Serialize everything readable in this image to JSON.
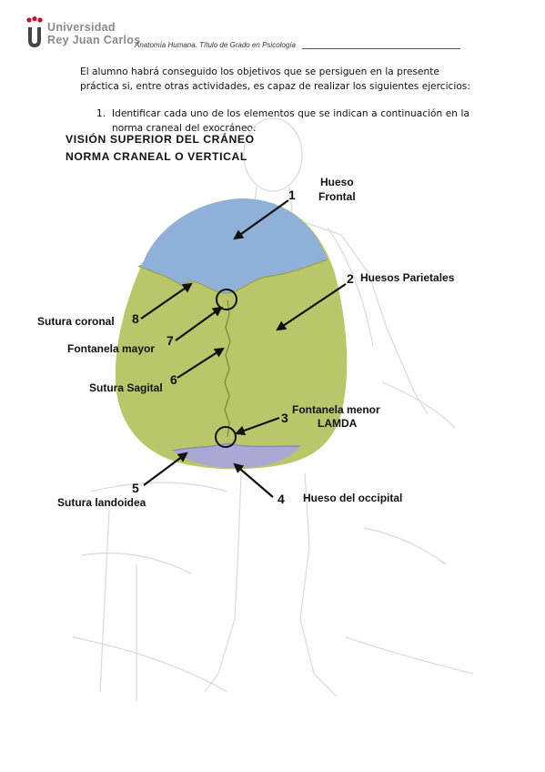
{
  "header": {
    "university_line1": "Universidad",
    "university_line2": "Rey Juan Carlos",
    "course": "Anatomía Humana. Título de Grado en Psicología",
    "logo_color": "#c8102e"
  },
  "intro": "El alumno habrá conseguido los objetivos que se persiguen en la presente práctica si, entre otras actividades, es capaz de realizar los siguientes ejercicios:",
  "task": {
    "number": "1.",
    "text": "Identificar cada uno de los elementos que se indican a continuación en la norma craneal del exocráneo:"
  },
  "figure": {
    "title1": "VISIÓN SUPERIOR DEL CRÁNEO",
    "title2": "NORMA CRANEAL O VERTICAL",
    "colors": {
      "frontal": "#8fb0d8",
      "parietal": "#b9c76a",
      "occipital": "#a9a7d4"
    },
    "labels": {
      "hueso_frontal_1": "Hueso",
      "hueso_frontal_2": "Frontal",
      "huesos_parietales": "Huesos Parietales",
      "sutura_coronal": "Sutura coronal",
      "fontanela_mayor": "Fontanela mayor",
      "sutura_sagital": "Sutura Sagital",
      "fontanela_menor": "Fontanela menor",
      "lamda": "LAMDA",
      "sutura_landoidea": "Sutura landoidea",
      "hueso_occipital": "Hueso del occipital"
    },
    "numbers": {
      "n1": "1",
      "n2": "2",
      "n3": "3",
      "n4": "4",
      "n5": "5",
      "n6": "6",
      "n7": "7",
      "n8": "8"
    }
  }
}
